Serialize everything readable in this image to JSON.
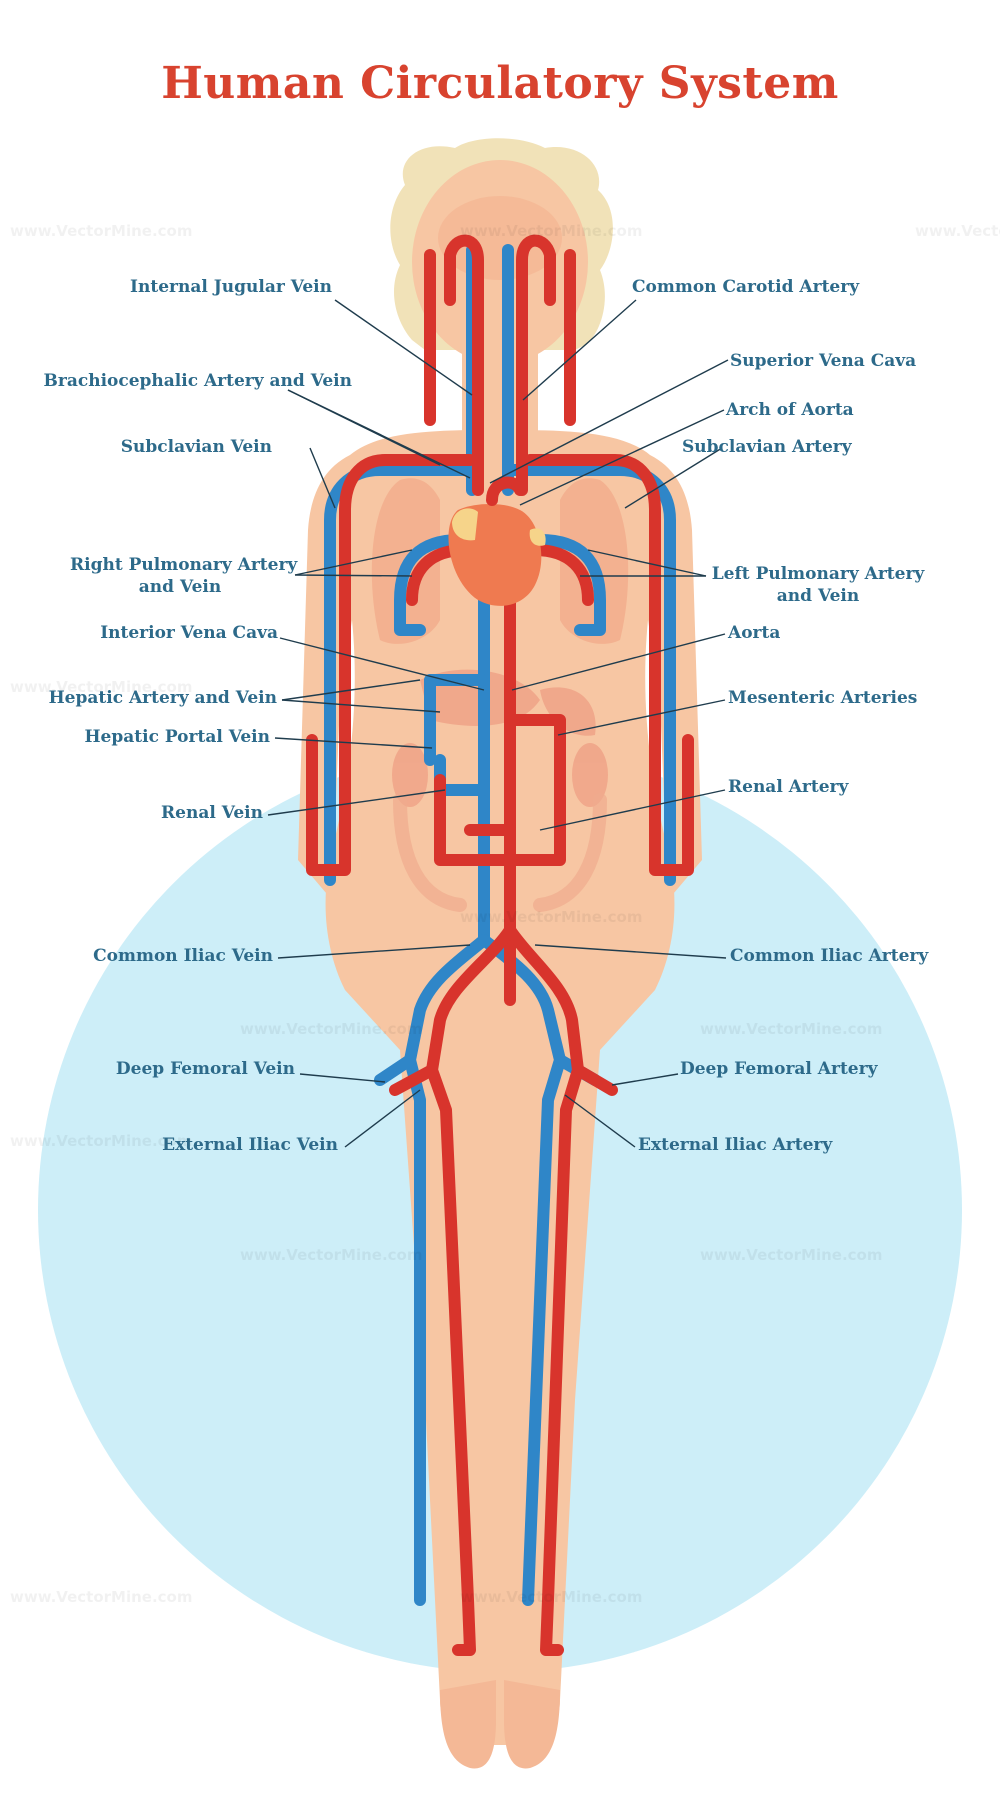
{
  "title": "Human Circulatory System",
  "watermark": "www.VectorMine.com",
  "colors": {
    "artery": "#d8342c",
    "vein": "#2f86c8",
    "label": "#2d6a8a",
    "title": "#d8432f",
    "skin": "#f7c6a3",
    "circle": "#cdeef8",
    "hair": "#f1e2b8"
  },
  "labels": {
    "internal_jugular_vein": "Internal Jugular Vein",
    "brachiocephalic": "Brachiocephalic Artery and Vein",
    "subclavian_vein": "Subclavian Vein",
    "right_pulmonary_1": "Right Pulmonary Artery",
    "right_pulmonary_2": "and Vein",
    "interior_vena_cava": "Interior Vena Cava",
    "hepatic_artery_vein": "Hepatic Artery and Vein",
    "hepatic_portal_vein": "Hepatic Portal Vein",
    "renal_vein": "Renal Vein",
    "common_iliac_vein": "Common Iliac Vein",
    "deep_femoral_vein": "Deep Femoral Vein",
    "external_iliac_vein": "External Iliac Vein",
    "common_carotid_artery": "Common Carotid Artery",
    "superior_vena_cava": "Superior Vena Cava",
    "arch_of_aorta": "Arch of Aorta",
    "subclavian_artery": "Subclavian Artery",
    "left_pulmonary_1": "Left Pulmonary Artery",
    "left_pulmonary_2": "and Vein",
    "aorta": "Aorta",
    "mesenteric_arteries": "Mesenteric Arteries",
    "renal_artery": "Renal Artery",
    "common_iliac_artery": "Common Iliac Artery",
    "deep_femoral_artery": "Deep Femoral Artery",
    "external_iliac_artery": "External Iliac Artery"
  }
}
